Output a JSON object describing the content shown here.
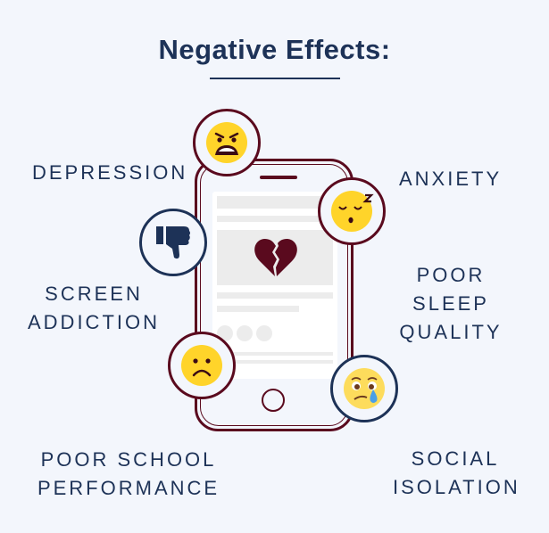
{
  "title": "Negative Effects:",
  "labels": {
    "depression": [
      "DEPRESSION"
    ],
    "anxiety": [
      "ANXIETY"
    ],
    "screen_addiction": [
      "SCREEN",
      "ADDICTION"
    ],
    "poor_sleep": [
      "POOR SLEEP",
      "QUALITY"
    ],
    "poor_school": [
      "POOR SCHOOL",
      "PERFORMANCE"
    ],
    "social_isolation": [
      "SOCIAL",
      "ISOLATION"
    ]
  },
  "icons": {
    "depression": "angry-face-icon",
    "anxiety": "sleeping-face-icon",
    "screen_addiction": "thumbs-down-icon",
    "poor_school": "frowning-face-icon",
    "social_isolation": "crying-face-icon",
    "center": "broken-heart-icon"
  },
  "colors": {
    "background": "#f3f6fc",
    "navy": "#1d3257",
    "maroon": "#5a0a1e",
    "emoji_yellow": "#ffd42a",
    "tear_blue": "#4a9fe8",
    "placeholder_gray": "#ececec"
  }
}
